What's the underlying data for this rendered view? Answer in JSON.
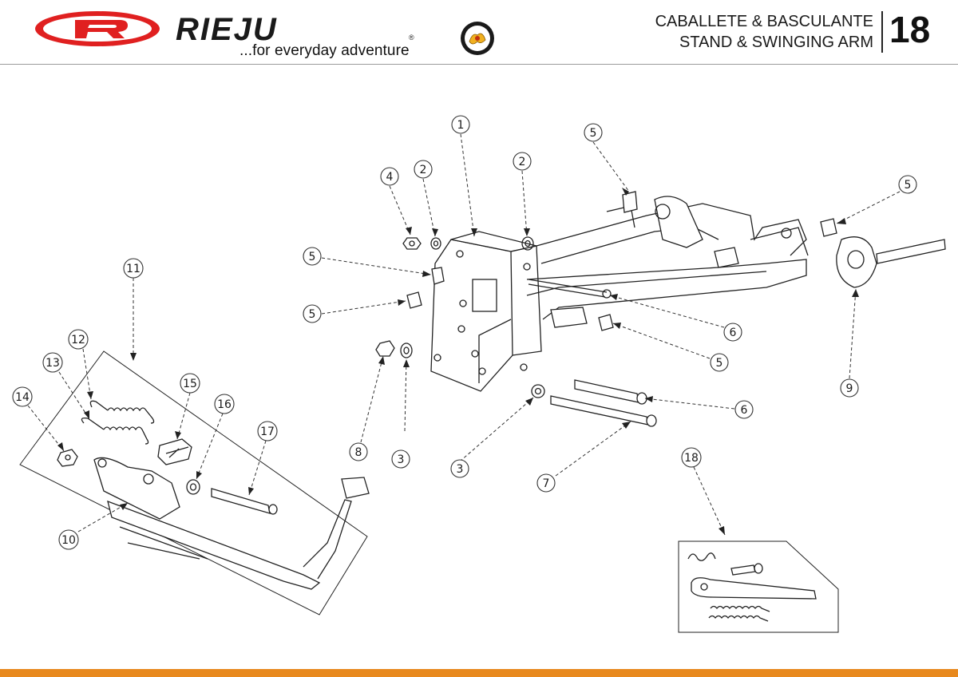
{
  "header": {
    "brand_name": "RIEJU",
    "tagline": "...for everyday adventure",
    "title_es": "CABALLETE & BASCULANTE",
    "title_en": "STAND & SWINGING ARM",
    "page_number": "18",
    "brand_color": "#e02020",
    "accent_color": "#e8891e"
  },
  "callouts": [
    {
      "id": "c1",
      "label": "1"
    },
    {
      "id": "c2a",
      "label": "2"
    },
    {
      "id": "c2b",
      "label": "2"
    },
    {
      "id": "c3a",
      "label": "3"
    },
    {
      "id": "c3b",
      "label": "3"
    },
    {
      "id": "c4",
      "label": "4"
    },
    {
      "id": "c5a",
      "label": "5"
    },
    {
      "id": "c5b",
      "label": "5"
    },
    {
      "id": "c5c",
      "label": "5"
    },
    {
      "id": "c5d",
      "label": "5"
    },
    {
      "id": "c5e",
      "label": "5"
    },
    {
      "id": "c6a",
      "label": "6"
    },
    {
      "id": "c6b",
      "label": "6"
    },
    {
      "id": "c7",
      "label": "7"
    },
    {
      "id": "c8",
      "label": "8"
    },
    {
      "id": "c9",
      "label": "9"
    },
    {
      "id": "c10",
      "label": "10"
    },
    {
      "id": "c11",
      "label": "11"
    },
    {
      "id": "c12",
      "label": "12"
    },
    {
      "id": "c13",
      "label": "13"
    },
    {
      "id": "c14",
      "label": "14"
    },
    {
      "id": "c15",
      "label": "15"
    },
    {
      "id": "c16",
      "label": "16"
    },
    {
      "id": "c17",
      "label": "17"
    },
    {
      "id": "c18",
      "label": "18"
    }
  ]
}
